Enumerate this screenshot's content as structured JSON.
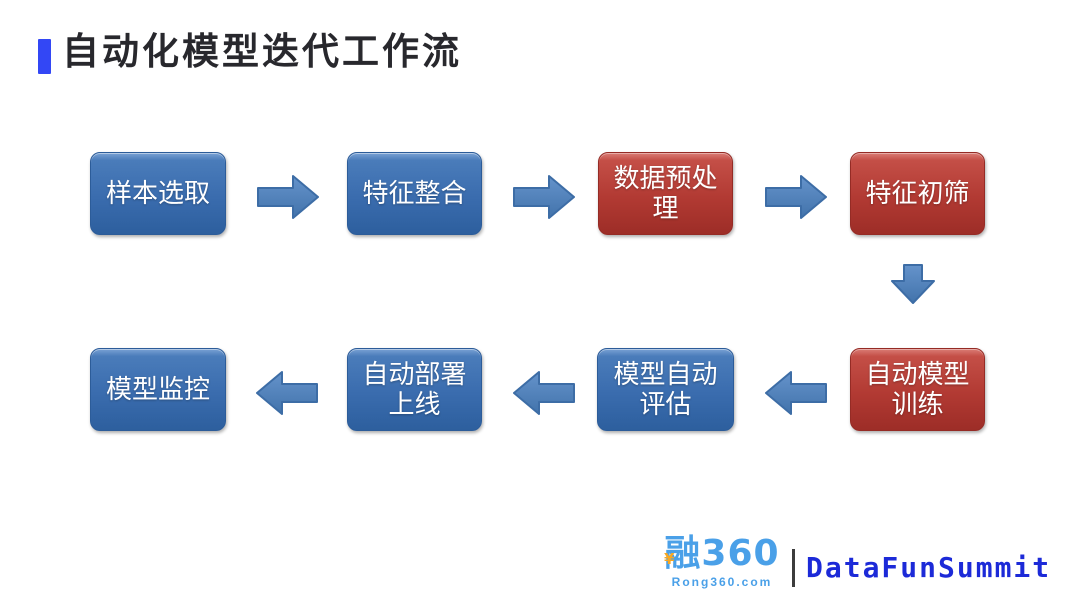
{
  "title": {
    "text": "自动化模型迭代工作流"
  },
  "flow": {
    "row1": [
      {
        "label": "样本选取",
        "variant": "blue"
      },
      {
        "label": "特征整合",
        "variant": "blue"
      },
      {
        "label": "数据预处理",
        "variant": "red"
      },
      {
        "label": "特征初筛",
        "variant": "red"
      }
    ],
    "row2": [
      {
        "label": "模型监控",
        "variant": "blue"
      },
      {
        "label": "自动部署上线",
        "variant": "blue"
      },
      {
        "label": "模型自动评估",
        "variant": "blue"
      },
      {
        "label": "自动模型训练",
        "variant": "red"
      }
    ],
    "direction_row1": "left-to-right",
    "direction_row2": "right-to-left"
  },
  "colors": {
    "title_accent_bar": "#3347f5",
    "title_text": "#28282d",
    "blue_box_top": "#4a7cba",
    "blue_box_bottom": "#2d5f9e",
    "red_box_top": "#c44f47",
    "red_box_bottom": "#9d2d27",
    "arrow_fill": "#4f81bd",
    "arrow_border": "#3d6da6",
    "logo_blue": "#4aa0e8",
    "logo_orange": "#f7a823",
    "brand_blue": "#1c2ad8"
  },
  "footer": {
    "logo_text": "融360",
    "logo_accent": "¥",
    "logo_subtext": "Rong360.com",
    "brand_text": "DataFunSummit"
  }
}
